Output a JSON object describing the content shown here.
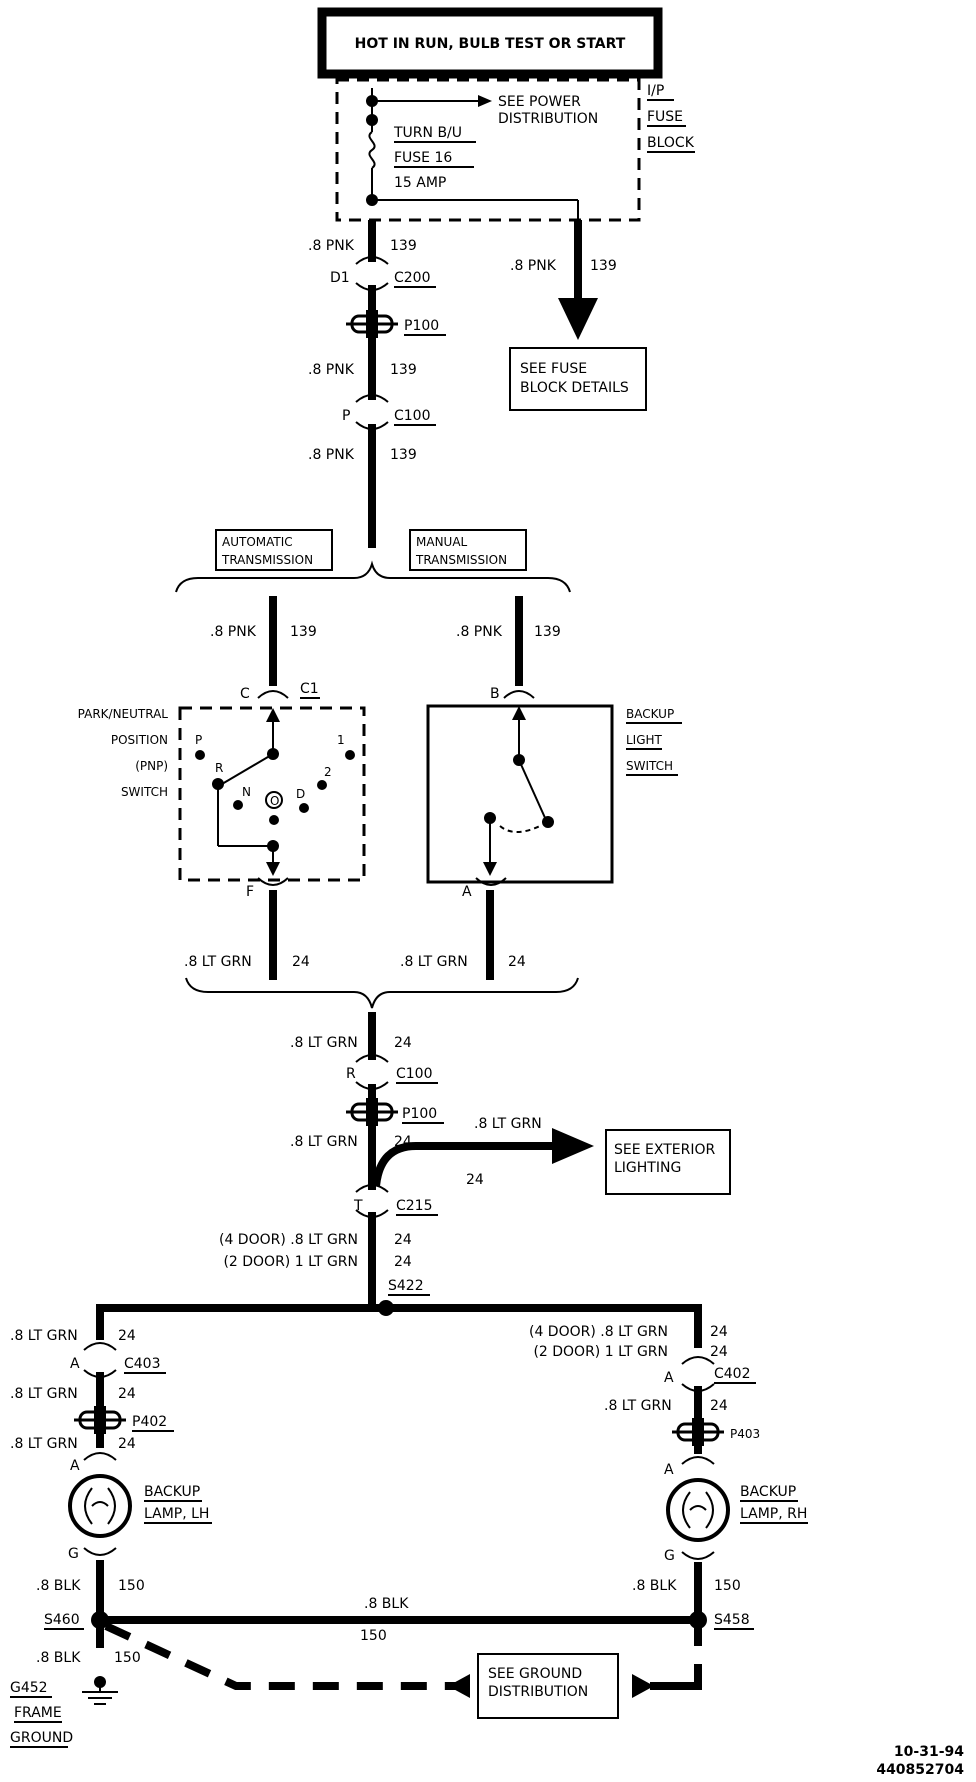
{
  "header_box": "HOT IN RUN, BULB TEST OR START",
  "fuse_block": {
    "label_1": "I/P",
    "label_2": "FUSE",
    "label_3": "BLOCK",
    "see_power_1": "SEE POWER",
    "see_power_2": "DISTRIBUTION",
    "fuse_name": "TURN B/U",
    "fuse_number": "FUSE 16",
    "fuse_amp": "15 AMP"
  },
  "upper_wires": {
    "w1_size": ".8 PNK",
    "w1_num": "139",
    "c200_pin": "D1",
    "c200": "C200",
    "p100": "P100",
    "w2_size": ".8 PNK",
    "w2_num": "139",
    "c100_pin": "P",
    "c100": "C100",
    "w3_size": ".8 PNK",
    "w3_num": "139",
    "branch_size": ".8 PNK",
    "branch_num": "139",
    "see_fuse_1": "SEE FUSE",
    "see_fuse_2": "BLOCK DETAILS"
  },
  "transmission": {
    "auto_1": "AUTOMATIC",
    "auto_2": "TRANSMISSION",
    "manual_1": "MANUAL",
    "manual_2": "TRANSMISSION",
    "auto_wire_size": ".8 PNK",
    "auto_wire_num": "139",
    "manual_wire_size": ".8 PNK",
    "manual_wire_num": "139",
    "auto_pin_top": "C",
    "auto_conn": "C1",
    "manual_pin_top": "B",
    "pnp_1": "PARK/NEUTRAL",
    "pnp_2": "POSITION",
    "pnp_3": "(PNP)",
    "pnp_4": "SWITCH",
    "pos_p": "P",
    "pos_r": "R",
    "pos_n": "N",
    "pos_o": "O",
    "pos_d": "D",
    "pos_2": "2",
    "pos_1": "1",
    "backup_sw_1": "BACKUP",
    "backup_sw_2": "LIGHT",
    "backup_sw_3": "SWITCH",
    "auto_pin_bottom": "F",
    "manual_pin_bottom": "A",
    "auto_out_size": ".8 LT GRN",
    "auto_out_num": "24",
    "manual_out_size": ".8 LT GRN",
    "manual_out_num": "24"
  },
  "lower_wires": {
    "m1_size": ".8 LT GRN",
    "m1_num": "24",
    "c100_pin": "R",
    "c100": "C100",
    "p100": "P100",
    "m2_size": ".8 LT GRN",
    "m2_num": "24",
    "ext_size": ".8 LT GRN",
    "ext_num": "24",
    "see_ext_1": "SEE EXTERIOR",
    "see_ext_2": "LIGHTING",
    "c215_pin": "T",
    "c215": "C215",
    "d4_size": "(4 DOOR) .8 LT GRN",
    "d4_num": "24",
    "d2_size": "(2 DOOR) 1 LT GRN",
    "d2_num": "24",
    "s422": "S422"
  },
  "left_lamp": {
    "w1_size": ".8 LT GRN",
    "w1_num": "24",
    "c403_pin": "A",
    "c403": "C403",
    "w2_size": ".8 LT GRN",
    "w2_num": "24",
    "p402": "P402",
    "w3_size": ".8 LT GRN",
    "w3_num": "24",
    "lamp_pin_a": "A",
    "lamp_1": "BACKUP",
    "lamp_2": "LAMP, LH",
    "lamp_pin_g": "G",
    "gnd_size": ".8 BLK",
    "gnd_num": "150",
    "s460": "S460",
    "gnd2_size": ".8 BLK",
    "gnd2_num": "150",
    "g452": "G452",
    "frame": "FRAME",
    "ground": "GROUND"
  },
  "right_lamp": {
    "d4_size": "(4 DOOR) .8 LT GRN",
    "d4_num": "24",
    "d2_size": "(2 DOOR) 1 LT GRN",
    "d2_num": "24",
    "c402_pin": "A",
    "c402": "C402",
    "w2_size": ".8 LT GRN",
    "w2_num": "24",
    "p403": "P403",
    "lamp_pin_a": "A",
    "lamp_1": "BACKUP",
    "lamp_2": "LAMP, RH",
    "lamp_pin_g": "G",
    "gnd_size": ".8 BLK",
    "gnd_num": "150",
    "s458": "S458"
  },
  "ground_bus": {
    "size": ".8 BLK",
    "num": "150",
    "see_gnd_1": "SEE GROUND",
    "see_gnd_2": "DISTRIBUTION"
  },
  "footer": {
    "date": "10-31-94",
    "code": "440852704"
  }
}
